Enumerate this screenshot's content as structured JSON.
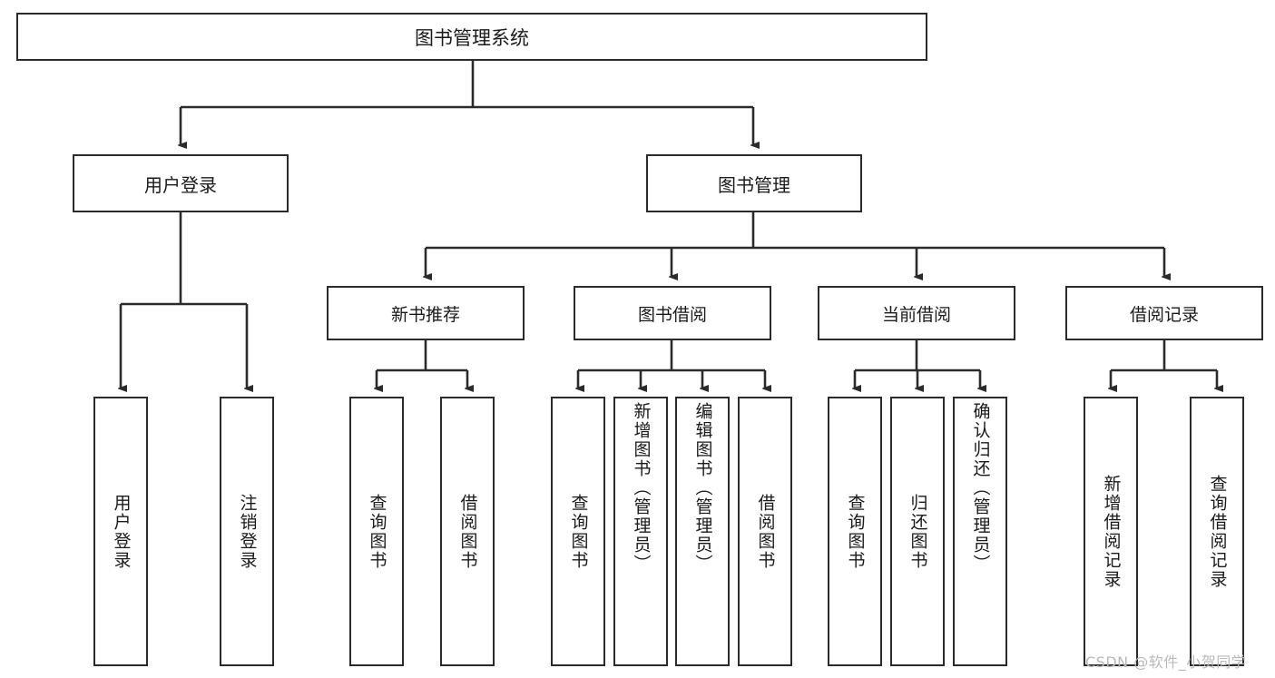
{
  "diagram": {
    "title_node": {
      "label": "图书管理系统"
    },
    "level1": [
      {
        "id": "user-login",
        "label": "用户登录"
      },
      {
        "id": "book-management",
        "label": "图书管理"
      }
    ],
    "level2": [
      {
        "id": "new-book-recommend",
        "label": "新书推荐"
      },
      {
        "id": "book-borrow",
        "label": "图书借阅"
      },
      {
        "id": "current-borrow",
        "label": "当前借阅"
      },
      {
        "id": "borrow-record",
        "label": "借阅记录"
      }
    ],
    "leaves": {
      "user_login": [
        {
          "id": "leaf-user-login",
          "label": "用户登录"
        },
        {
          "id": "leaf-logout-login",
          "label": "注销登录"
        }
      ],
      "new_book_recommend": [
        {
          "id": "leaf-query-book-1",
          "label": "查询图书"
        },
        {
          "id": "leaf-borrow-book-1",
          "label": "借阅图书"
        }
      ],
      "book_borrow": [
        {
          "id": "leaf-query-book-2",
          "label": "查询图书"
        },
        {
          "id": "leaf-add-book",
          "label": "新增图书（管理员）"
        },
        {
          "id": "leaf-edit-book",
          "label": "编辑图书（管理员）"
        },
        {
          "id": "leaf-borrow-book-2",
          "label": "借阅图书"
        }
      ],
      "current_borrow": [
        {
          "id": "leaf-query-book-3",
          "label": "查询图书"
        },
        {
          "id": "leaf-return-book",
          "label": "归还图书"
        },
        {
          "id": "leaf-confirm-return",
          "label": "确认归还（管理员）"
        }
      ],
      "borrow_record": [
        {
          "id": "leaf-add-record",
          "label": "新增借阅记录"
        },
        {
          "id": "leaf-query-record",
          "label": "查询借阅记录"
        }
      ]
    }
  },
  "watermark": {
    "text": "CSDN @软件_小贺同学"
  },
  "colors": {
    "stroke": "#2b2b2b",
    "background": "#ffffff",
    "text": "#1a1a1a",
    "watermark": "#b9b9b9"
  }
}
